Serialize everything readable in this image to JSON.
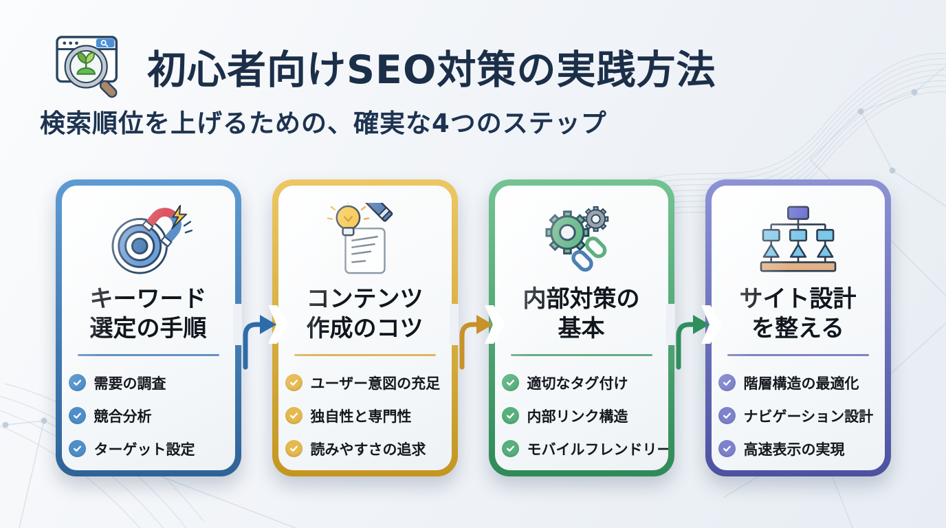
{
  "header": {
    "title": "初心者向けSEO対策の実践方法",
    "subtitle": "検索順位を上げるための、確実な4つのステップ",
    "icon": "browser-search-sprout-icon"
  },
  "colors": {
    "title_text": "#1c2f49",
    "card_text": "#14181d",
    "background": "#edf1f6",
    "step_blue": "#4a7fb5",
    "step_gold": "#d9a93f",
    "step_green": "#4e9d6e",
    "step_purple": "#6a6fb5"
  },
  "steps": [
    {
      "icon": "target-magnet-icon",
      "title_lines": [
        "キーワード",
        "選定の手順"
      ],
      "items": [
        "需要の調査",
        "競合分析",
        "ターゲット設定"
      ],
      "accent": "#4a7fb5",
      "border_top": "#5e9bd3",
      "border_bottom": "#2e6398",
      "check_color": "#4e8ec9"
    },
    {
      "icon": "lightbulb-document-pencil-icon",
      "title_lines": [
        "コンテンツ",
        "作成のコツ"
      ],
      "items": [
        "ユーザー意図の充足",
        "独自性と専門性",
        "読みやすさの追求"
      ],
      "accent": "#d9a93f",
      "border_top": "#ecc764",
      "border_bottom": "#c3961f",
      "check_color": "#e5b94e"
    },
    {
      "icon": "gears-chain-link-icon",
      "title_lines": [
        "内部対策の",
        "基本"
      ],
      "items": [
        "適切なタグ付け",
        "内部リンク構造",
        "モバイルフレンドリー"
      ],
      "accent": "#4e9d6e",
      "border_top": "#74c393",
      "border_bottom": "#2f8a58",
      "check_color": "#58b07c"
    },
    {
      "icon": "sitemap-hierarchy-icon",
      "title_lines": [
        "サイト設計",
        "を整える"
      ],
      "items": [
        "階層構造の最適化",
        "ナビゲーション設計",
        "高速表示の実現"
      ],
      "accent": "#6a6fb5",
      "border_top": "#8d92d4",
      "border_bottom": "#4c52a0",
      "check_color": "#7d82cc"
    }
  ],
  "connectors": [
    {
      "icon": "arrow-right-icon",
      "color": "#2d6ca8"
    },
    {
      "icon": "arrow-right-icon",
      "color": "#c8922a"
    },
    {
      "icon": "arrow-right-icon",
      "color": "#2f8f5b"
    }
  ]
}
